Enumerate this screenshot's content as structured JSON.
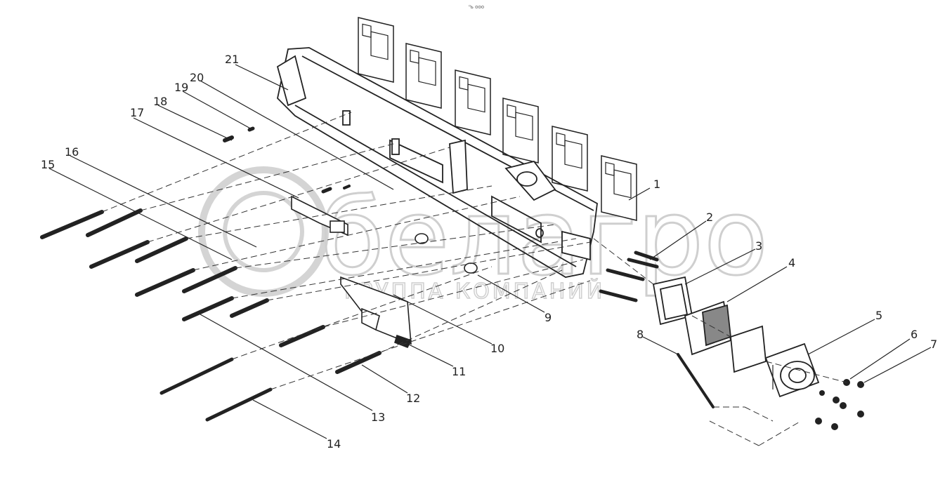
{
  "header_note": "⁰ь ооо",
  "watermark": {
    "brand": "белагро",
    "subtitle": "ГРУППА КОМПАНИЙ"
  },
  "callouts": [
    "1",
    "2",
    "3",
    "4",
    "5",
    "6",
    "7",
    "8",
    "9",
    "10",
    "11",
    "12",
    "13",
    "14",
    "15",
    "16",
    "17",
    "18",
    "19",
    "20",
    "21"
  ],
  "colors": {
    "line": "#222222",
    "watermark": "#cfcfcf",
    "background": "#ffffff"
  }
}
